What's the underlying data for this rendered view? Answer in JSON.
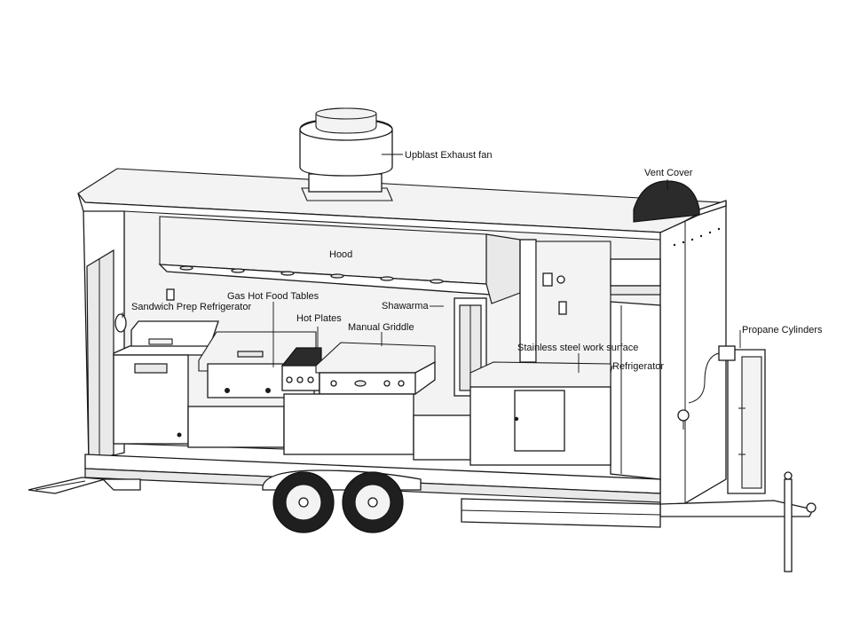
{
  "labels": {
    "exhaust_fan": "Upblast Exhaust fan",
    "vent_cover": "Vent Cover",
    "hood": "Hood",
    "gas_hot_food_tables": "Gas Hot Food Tables",
    "sandwich_prep_refrigerator": "Sandwich Prep Refrigerator",
    "shawarma": "Shawarma",
    "hot_plates": "Hot Plates",
    "manual_griddle": "Manual Griddle",
    "propane_cylinders": "Propane Cylinders",
    "stainless_work_surface": "Stainless steel work surface",
    "refrigerator": "Refrigerator"
  },
  "colors": {
    "outline": "#1a1a1a",
    "vent_cover": "#2b2b2b",
    "tire": "#1f1f1f",
    "background": "#ffffff"
  }
}
